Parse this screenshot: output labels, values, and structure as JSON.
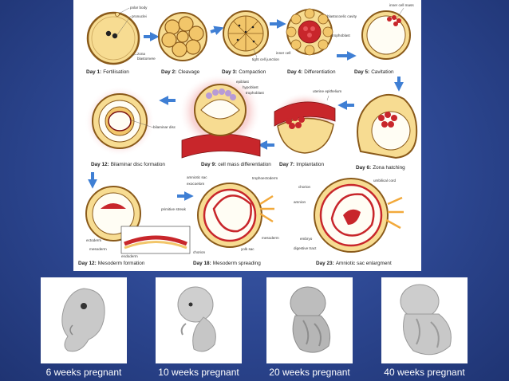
{
  "stages": [
    {
      "day": "Day 1:",
      "name": "Fertilisation"
    },
    {
      "day": "Day 2:",
      "name": "Cleavage"
    },
    {
      "day": "Day 3:",
      "name": "Compaction"
    },
    {
      "day": "Day 4:",
      "name": "Differentiation"
    },
    {
      "day": "Day 5:",
      "name": "Cavitation"
    },
    {
      "day": "Day 6:",
      "name": "Zona hatching"
    },
    {
      "day": "Day 7:",
      "name": "Implantation"
    },
    {
      "day": "Day 9:",
      "name": "cell mass differentiation"
    },
    {
      "day": "Day 12:",
      "name": "Bilaminar disc formation"
    },
    {
      "day": "Day 12:",
      "name": "Mesoderm formation"
    },
    {
      "day": "Day 18:",
      "name": "Mesoderm spreading"
    },
    {
      "day": "Day 23:",
      "name": "Amniotic sac enlargment"
    }
  ],
  "labels": {
    "polar_body": "polar body",
    "pronuclei": "pronuclei",
    "zona": "zona",
    "blastomere": "blastomere",
    "tight_cell_junction": "tight cell junction",
    "inner_cell": "inner cell",
    "blastocoelic_cavity": "blastocoelic cavity",
    "trophoblast": "trophoblast",
    "inner_cell_mass": "inner cell mass",
    "epiblast": "epiblast",
    "hypoblast": "hypoblast",
    "trophoblast_9": "trophoblast",
    "uterine_epithelium": "uterine epithelium",
    "bilaminar_disc": "bilaminar disc",
    "amniotic_sac": "amniotic sac",
    "exocoelom": "exocoelom",
    "trophoectoderm": "trophoectoderm",
    "chorion": "chorion",
    "umbilical_cord": "umbilical cord",
    "amnion": "amnion",
    "primitive_streak": "primitive streak",
    "ectoderm": "ectoderm",
    "mesoderm": "mesoderm",
    "endoderm": "endoderm",
    "mesoderm_18": "mesoderm",
    "yolk_sac": "yolk sac",
    "chorion_18": "chorion",
    "embryo": "embryo",
    "digestive_tract": "digestive tract"
  },
  "fetus_captions": [
    "6 weeks pregnant",
    "10 weeks pregnant",
    "20 weeks pregnant",
    "40 weeks pregnant"
  ],
  "colors": {
    "background": "#2c4690",
    "arrow": "#3f7fd4",
    "cell_fill": "#f7dc92",
    "cell_outline": "#8a5a1a",
    "red_tissue": "#c8262b",
    "glow": "#f3a7a7"
  }
}
